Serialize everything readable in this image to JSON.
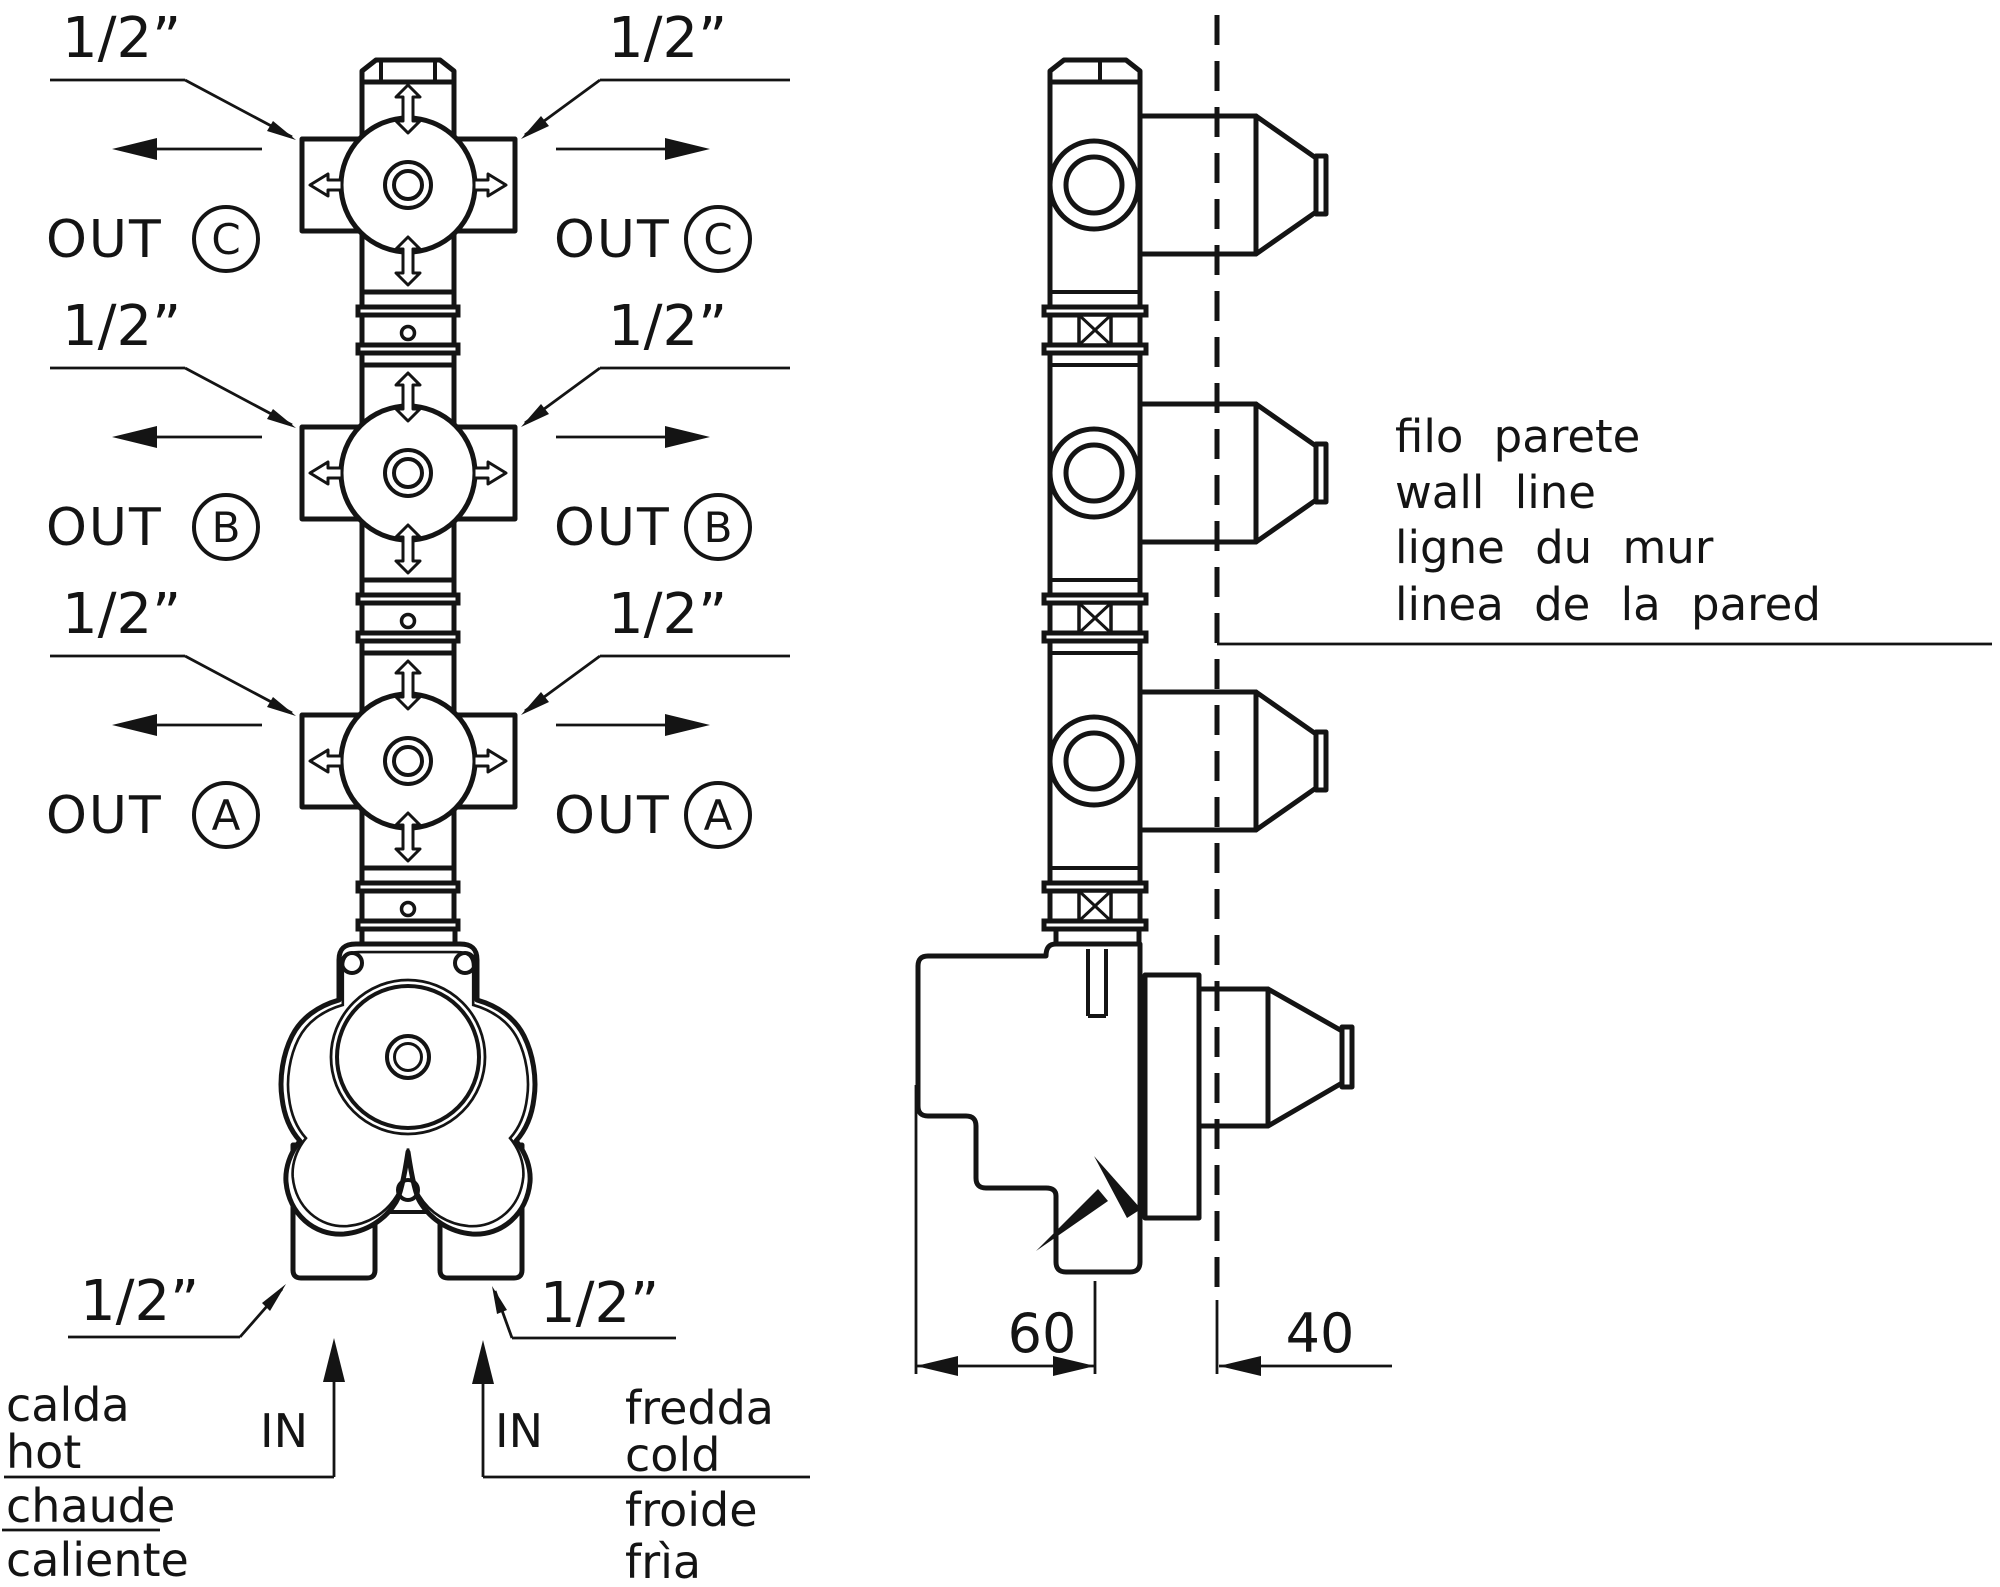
{
  "diagram": {
    "pipe_size": "1/2”",
    "out": "OUT",
    "in": "IN",
    "valves": [
      {
        "letter": "C"
      },
      {
        "letter": "B"
      },
      {
        "letter": "A"
      }
    ],
    "hot": {
      "lines": [
        "calda",
        "hot",
        "chaude",
        "caliente"
      ]
    },
    "cold": {
      "lines": [
        "fredda",
        "cold",
        "froide",
        "frìa"
      ]
    },
    "wall": {
      "lines": [
        "filo parete",
        "wall line",
        "ligne du mur",
        "linea de la pared"
      ]
    },
    "dimensions": {
      "depth": "60",
      "projection": "40"
    }
  }
}
